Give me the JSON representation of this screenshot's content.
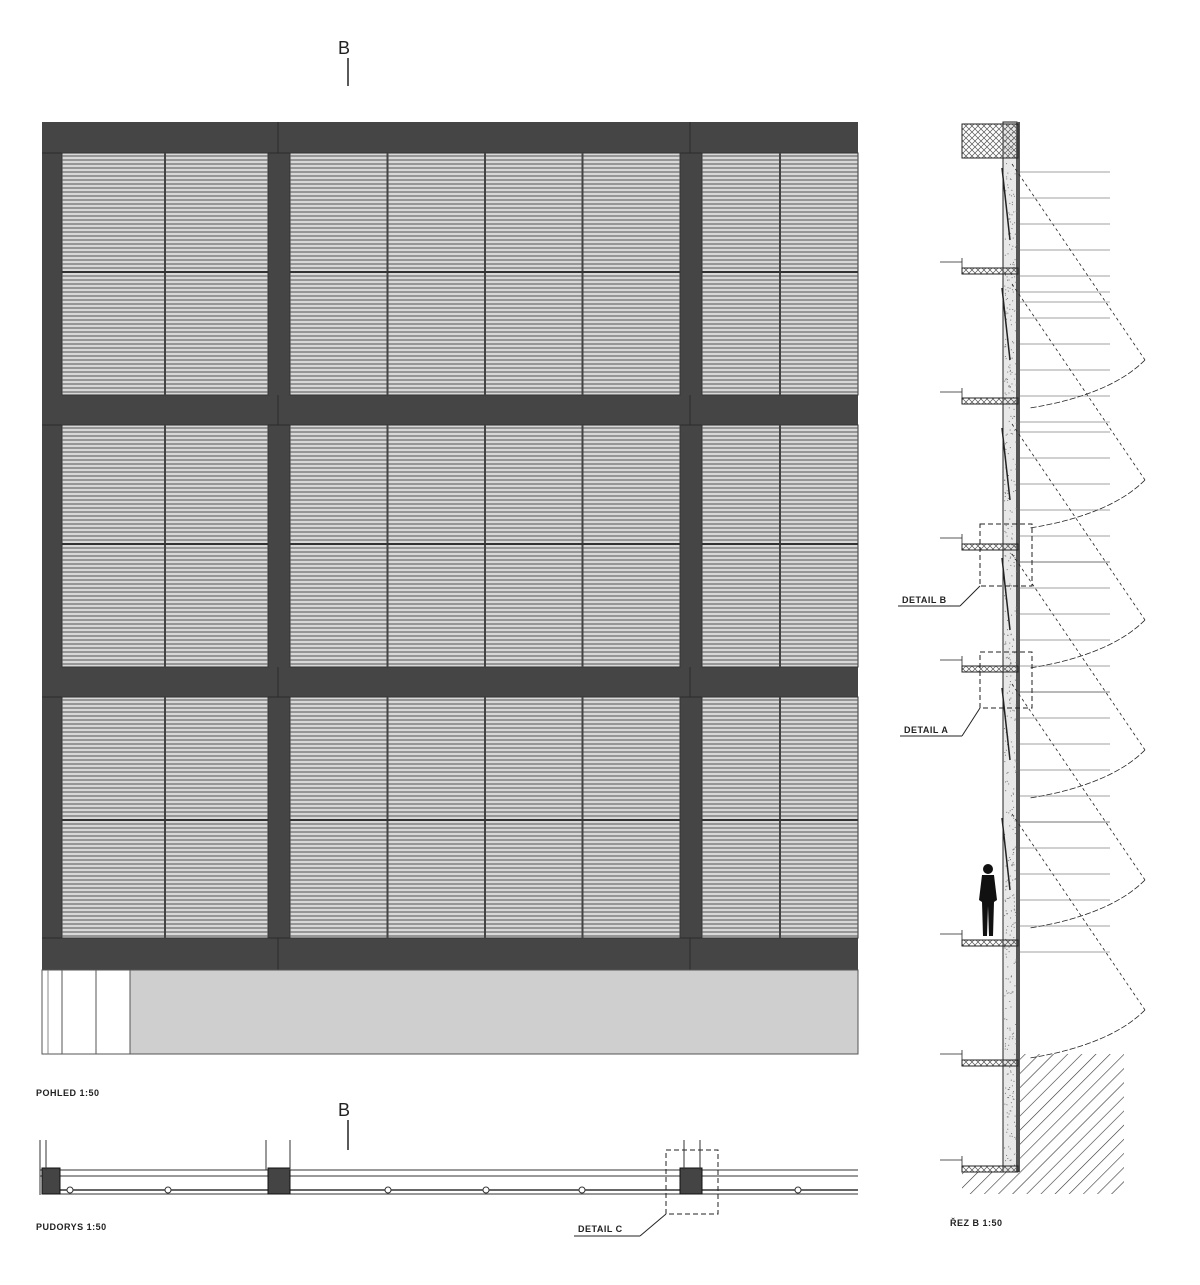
{
  "section_marks": {
    "top": "B",
    "plan": "B"
  },
  "titles": {
    "elevation": "POHLED 1:50",
    "plan": "PUDORYS 1:50",
    "section": "ŘEZ B 1:50"
  },
  "details": {
    "detail_a": "DETAIL A",
    "detail_b": "DETAIL B",
    "detail_c": "DETAIL C"
  },
  "elevation": {
    "frame_color": "#454545",
    "louver_color": "#d8d8d8",
    "base_color": "#cfcfcf"
  }
}
